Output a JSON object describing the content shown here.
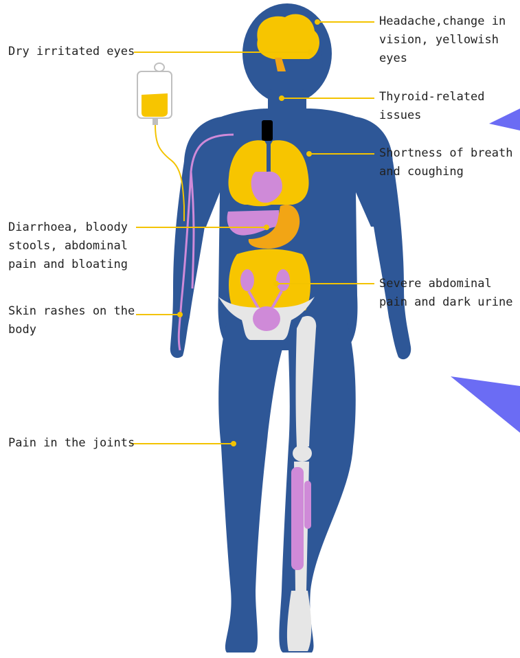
{
  "colors": {
    "body": "#2e5797",
    "organ_yellow": "#f7c500",
    "organ_orange": "#f2a515",
    "organ_pink": "#cf8ad8",
    "bone": "#e6e6e6",
    "leader": "#f3c300",
    "arrow": "#6b6cf4",
    "text": "#222222"
  },
  "icons": {
    "iv_bag": "iv-bag-icon",
    "tube": "iv-tube-icon"
  },
  "labels": {
    "headache": [
      "Headache,change in",
      "vision, yellowish",
      "eyes"
    ],
    "thyroid": [
      "Thyroid-related",
      "issues"
    ],
    "breath": [
      "Shortness of breath",
      "and coughing"
    ],
    "severe": [
      "Severe abdominal",
      "pain and dark urine"
    ],
    "eyes": [
      "Dry irritated eyes"
    ],
    "diarrhoea": [
      "Diarrhoea, bloody",
      "stools, abdominal",
      "pain and bloating"
    ],
    "skin": [
      "Skin rashes on the",
      "body"
    ],
    "joints": [
      "Pain in the joints"
    ]
  }
}
